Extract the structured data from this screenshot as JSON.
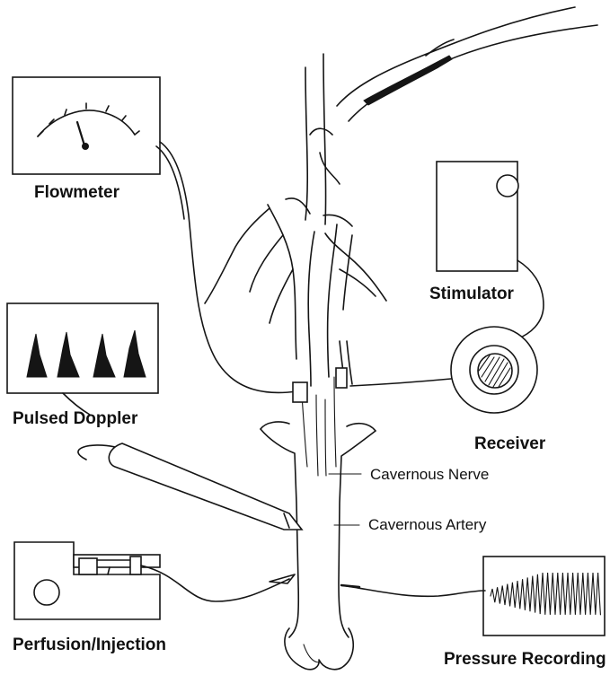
{
  "diagram": {
    "labels": {
      "flowmeter": "Flowmeter",
      "stimulator": "Stimulator",
      "pulsed_doppler": "Pulsed Doppler",
      "receiver": "Receiver",
      "cavernous_nerve": "Cavernous Nerve",
      "cavernous_artery": "Cavernous Artery",
      "perfusion_injection": "Perfusion/Injection",
      "pressure_recording": "Pressure Recording"
    },
    "colors": {
      "ink": "#151515",
      "paper": "#ffffff"
    }
  }
}
